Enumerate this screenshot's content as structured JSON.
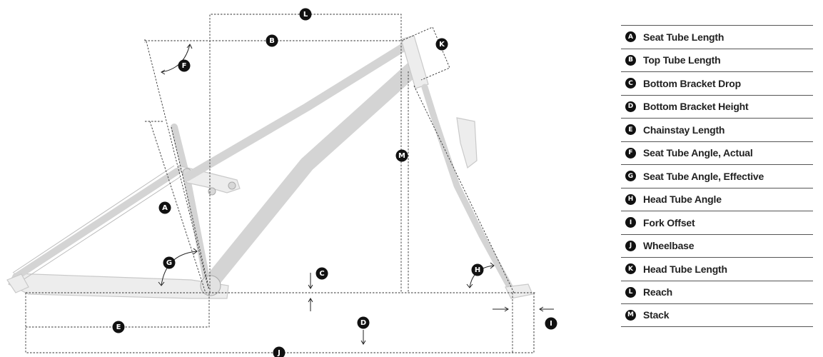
{
  "legend": [
    {
      "letter": "A",
      "label": "Seat Tube Length"
    },
    {
      "letter": "B",
      "label": "Top Tube Length"
    },
    {
      "letter": "C",
      "label": "Bottom Bracket Drop"
    },
    {
      "letter": "D",
      "label": "Bottom Bracket Height"
    },
    {
      "letter": "E",
      "label": "Chainstay Length"
    },
    {
      "letter": "F",
      "label": "Seat Tube Angle, Actual"
    },
    {
      "letter": "G",
      "label": "Seat Tube Angle, Effective"
    },
    {
      "letter": "H",
      "label": "Head Tube Angle"
    },
    {
      "letter": "I",
      "label": "Fork Offset"
    },
    {
      "letter": "J",
      "label": "Wheelbase"
    },
    {
      "letter": "K",
      "label": "Head Tube Length"
    },
    {
      "letter": "L",
      "label": "Reach"
    },
    {
      "letter": "M",
      "label": "Stack"
    }
  ],
  "diagram_badges": {
    "A": "A",
    "B": "B",
    "C": "C",
    "D": "D",
    "E": "E",
    "F": "F",
    "G": "G",
    "H": "H",
    "I": "I",
    "J": "J",
    "K": "K",
    "L": "L",
    "M": "M"
  },
  "colors": {
    "frame_fill": "#ededed",
    "frame_stroke": "#c9c9c9",
    "badge": "#111111",
    "dimension_line": "#333333"
  }
}
